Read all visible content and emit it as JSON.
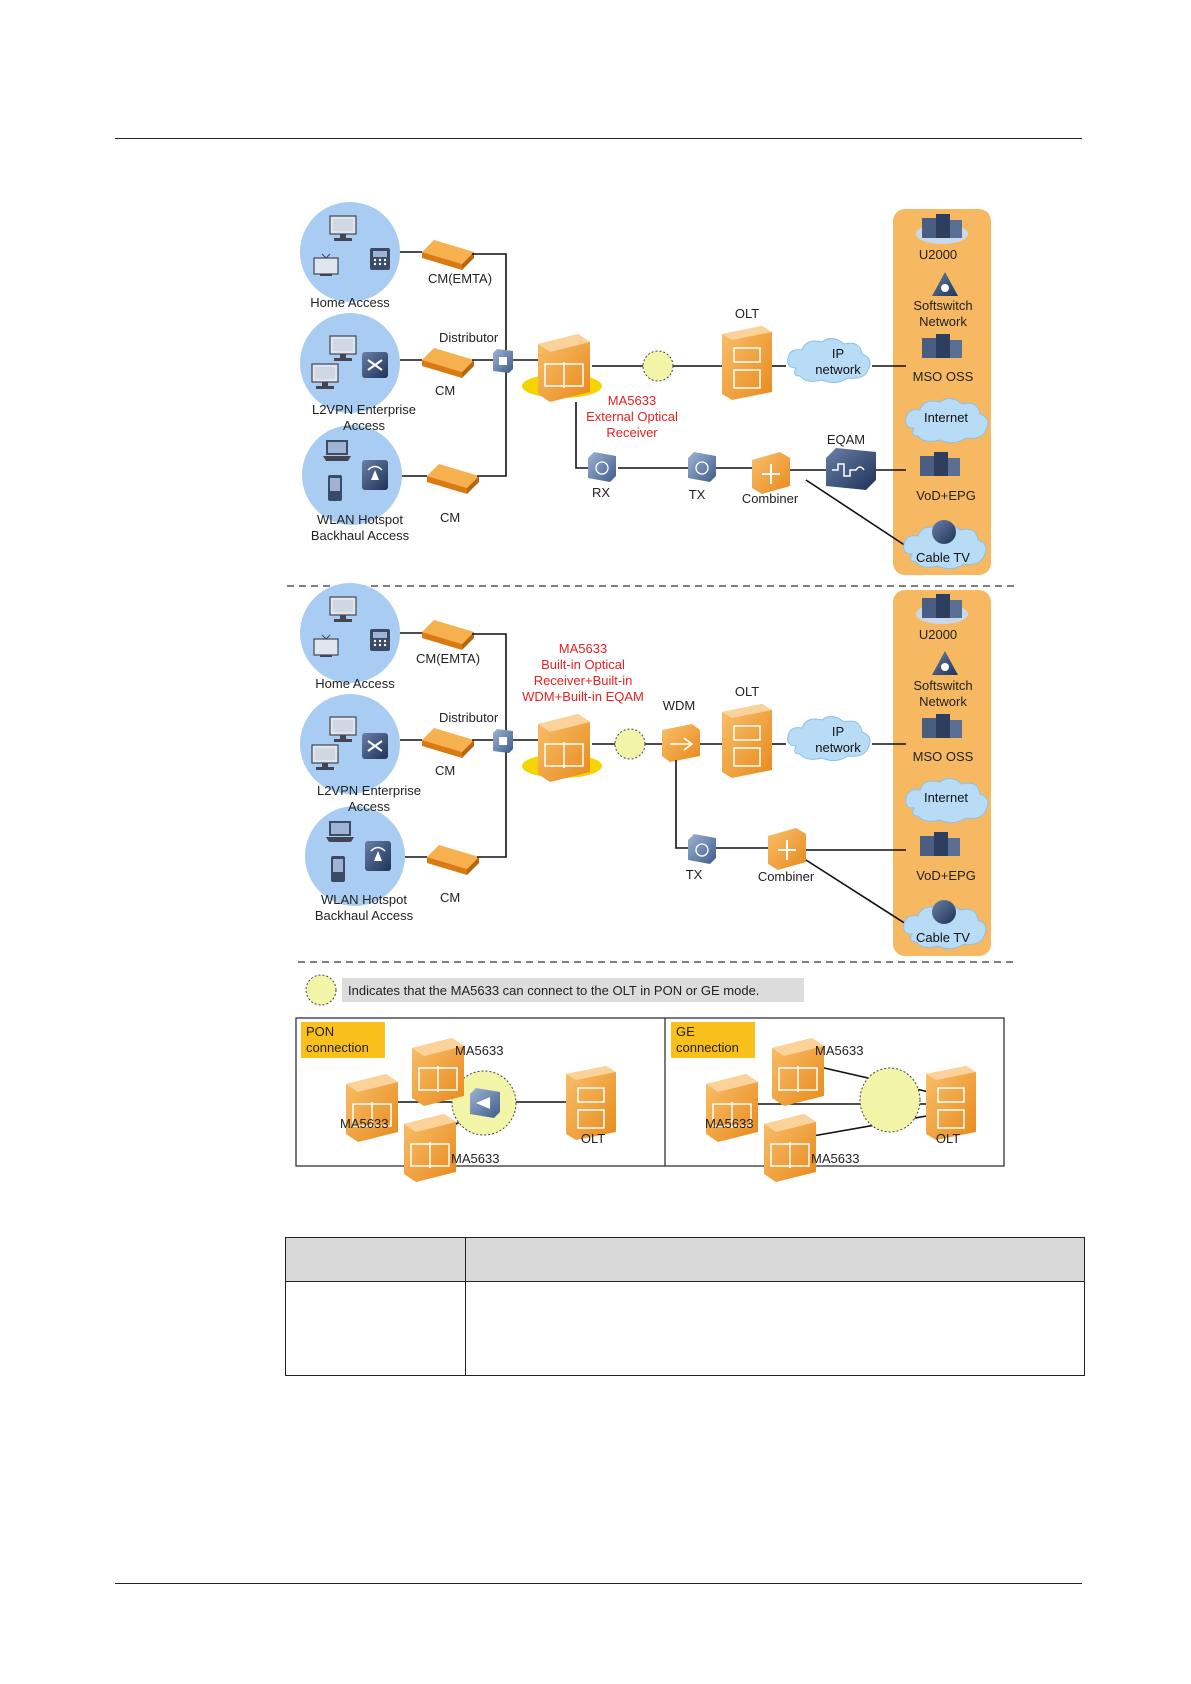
{
  "top_diagram": {
    "clients": [
      {
        "label_l1": "Home Access",
        "label_l2": ""
      },
      {
        "label_l1": "L2VPN Enterprise",
        "label_l2": "Access"
      },
      {
        "label_l1": "WLAN Hotspot",
        "label_l2": "Backhaul Access"
      }
    ],
    "cm_labels": [
      "CM(EMTA)",
      "CM",
      "CM"
    ],
    "distributor": "Distributor",
    "ma5633_lines": [
      "MA5633",
      "External Optical",
      "Receiver"
    ],
    "olt": "OLT",
    "ip_network": [
      "IP",
      "network"
    ],
    "rx": "RX",
    "tx": "TX",
    "combiner": "Combiner",
    "eqam": "EQAM",
    "side": {
      "u2000": "U2000",
      "softswitch": [
        "Softswitch",
        "Network"
      ],
      "mso_oss": "MSO OSS",
      "internet": "Internet",
      "vod": "VoD+EPG",
      "cable_tv": "Cable TV"
    }
  },
  "middle_diagram": {
    "clients": [
      {
        "label_l1": "Home Access",
        "label_l2": ""
      },
      {
        "label_l1": "L2VPN Enterprise",
        "label_l2": "Access"
      },
      {
        "label_l1": "WLAN Hotspot",
        "label_l2": "Backhaul Access"
      }
    ],
    "cm_labels": [
      "CM(EMTA)",
      "CM",
      "CM"
    ],
    "distributor": "Distributor",
    "ma5633_lines": [
      "MA5633",
      "Built-in Optical",
      "Receiver+Built-in",
      "WDM+Built-in EQAM"
    ],
    "wdm": "WDM",
    "olt": "OLT",
    "ip_network": [
      "IP",
      "network"
    ],
    "tx": "TX",
    "combiner": "Combiner",
    "side": {
      "u2000": "U2000",
      "softswitch": [
        "Softswitch",
        "Network"
      ],
      "mso_oss": "MSO OSS",
      "internet": "Internet",
      "vod": "VoD+EPG",
      "cable_tv": "Cable TV"
    }
  },
  "legend": {
    "text": "Indicates that the MA5633 can connect to the OLT in PON or GE mode."
  },
  "connection_modes": {
    "pon": {
      "badge": [
        "PON",
        "connection"
      ],
      "ma_labels": [
        "MA5633",
        "MA5633",
        "MA5633"
      ],
      "olt": "OLT"
    },
    "ge": {
      "badge": [
        "GE",
        "connection"
      ],
      "ma_labels": [
        "MA5633",
        "MA5633",
        "MA5633"
      ],
      "olt": "OLT"
    }
  },
  "colors": {
    "device_orange": "#f3a03c",
    "side_panel": "#f7b862",
    "client_circle": "#a9cdf2",
    "cloud": "#b8dcf6",
    "legend_circle": "#f2f5a8",
    "red_text": "#e52222",
    "badge": "#f9bf1b"
  }
}
